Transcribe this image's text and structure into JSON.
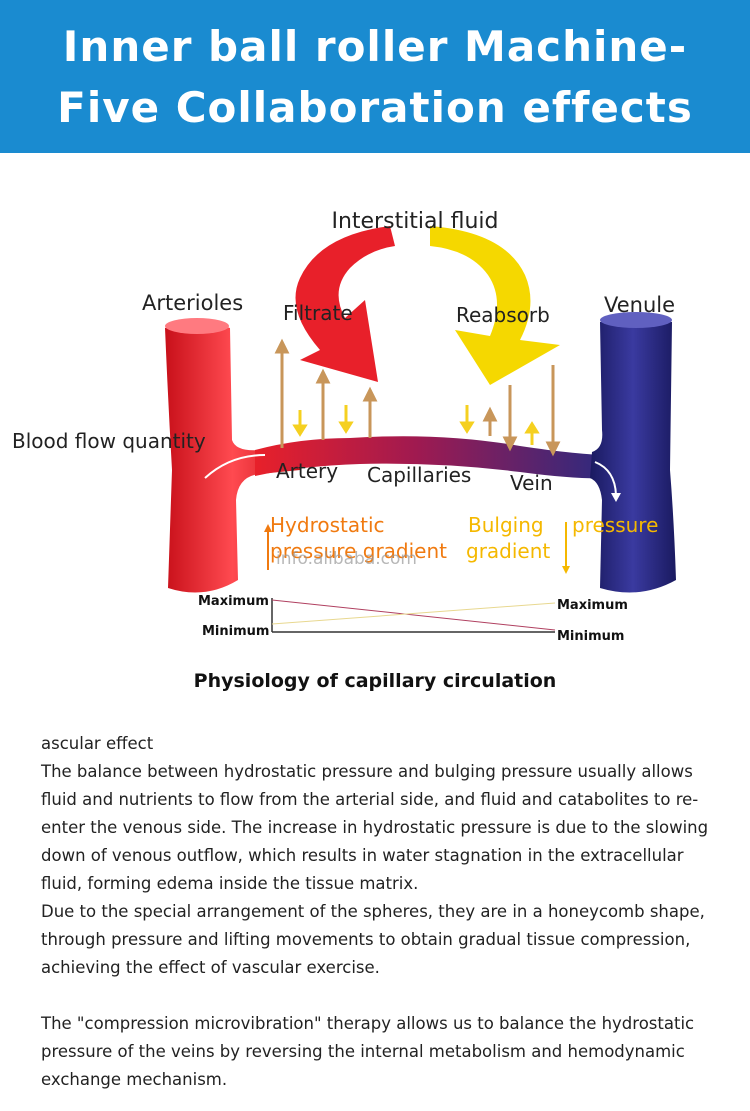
{
  "header": {
    "title_line1": "Inner ball roller Machine-",
    "title_line2": "Five Collaboration effects",
    "background": "#1a8bd0"
  },
  "diagram": {
    "interstitial_fluid": "Interstitial fluid",
    "arterioles": "Arterioles",
    "venule": "Venule",
    "filtrate": "Filtrate",
    "reabsorb": "Reabsorb",
    "blood_flow_quantity": "Blood flow quantity",
    "artery": "Artery",
    "capillaries": "Capillaries",
    "vein": "Vein",
    "hydrostatic": "Hydrostatic",
    "pressure_gradient": "pressure gradient",
    "bulging": "Bulging",
    "pressure": "pressure",
    "gradient": "gradient",
    "watermark": "info.alibaba.com",
    "maximum_left": "Maximum",
    "minimum_left": "Minimum",
    "maximum_right": "Maximum",
    "minimum_right": "Minimum",
    "colors": {
      "artery": "#e8202a",
      "vein": "#2a2a80",
      "filtrate_arrow": "#e8202a",
      "reabsorb_arrow": "#f5d800",
      "hydrostatic_text": "#f07a10",
      "bulging_text": "#f5b800",
      "up_arrows": "#c8965a",
      "small_arrows": "#f5d020"
    }
  },
  "caption": "Physiology of capillary circulation",
  "body": {
    "line1": "ascular effect",
    "para1": "The balance between hydrostatic pressure and bulging pressure usually allows fluid and nutrients to flow from the arterial side, and fluid and catabolites to re-enter the venous side. The increase in hydrostatic pressure is due to the slowing down of venous outflow, which results in water stagnation in the extracellular fluid, forming edema inside the tissue matrix.",
    "para2": "Due to the special arrangement of the spheres, they are in a honeycomb shape, through pressure and lifting movements to obtain gradual tissue compression, achieving the effect of vascular exercise.",
    "para3": "The \"compression microvibration\" therapy allows us to balance the hydrostatic pressure of the veins by reversing the internal metabolism and hemodynamic exchange mechanism."
  }
}
